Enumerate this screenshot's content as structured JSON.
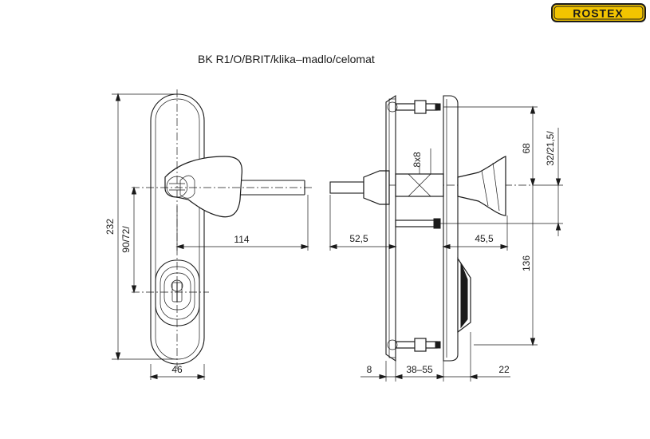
{
  "brand": {
    "logo_text": "ROSTEX",
    "logo_bg": "#f2c400",
    "logo_border": "#1a1a1a"
  },
  "title": "BK  R1/O/BRIT/klika–madlo/celomat",
  "dimensions": {
    "height_total": "232",
    "spacing": "90/72/",
    "width_plate": "46",
    "handle_length": "114",
    "spindle_out": "52,5",
    "knob_out": "45,5",
    "square": "8x8",
    "top_offset": "68",
    "right_offset": "32/21,5/",
    "bottom_offset": "136",
    "plate_thick": "8",
    "door_range": "38–55",
    "rear_thick": "22"
  },
  "colors": {
    "line": "#1a1a1a",
    "background": "#ffffff"
  }
}
